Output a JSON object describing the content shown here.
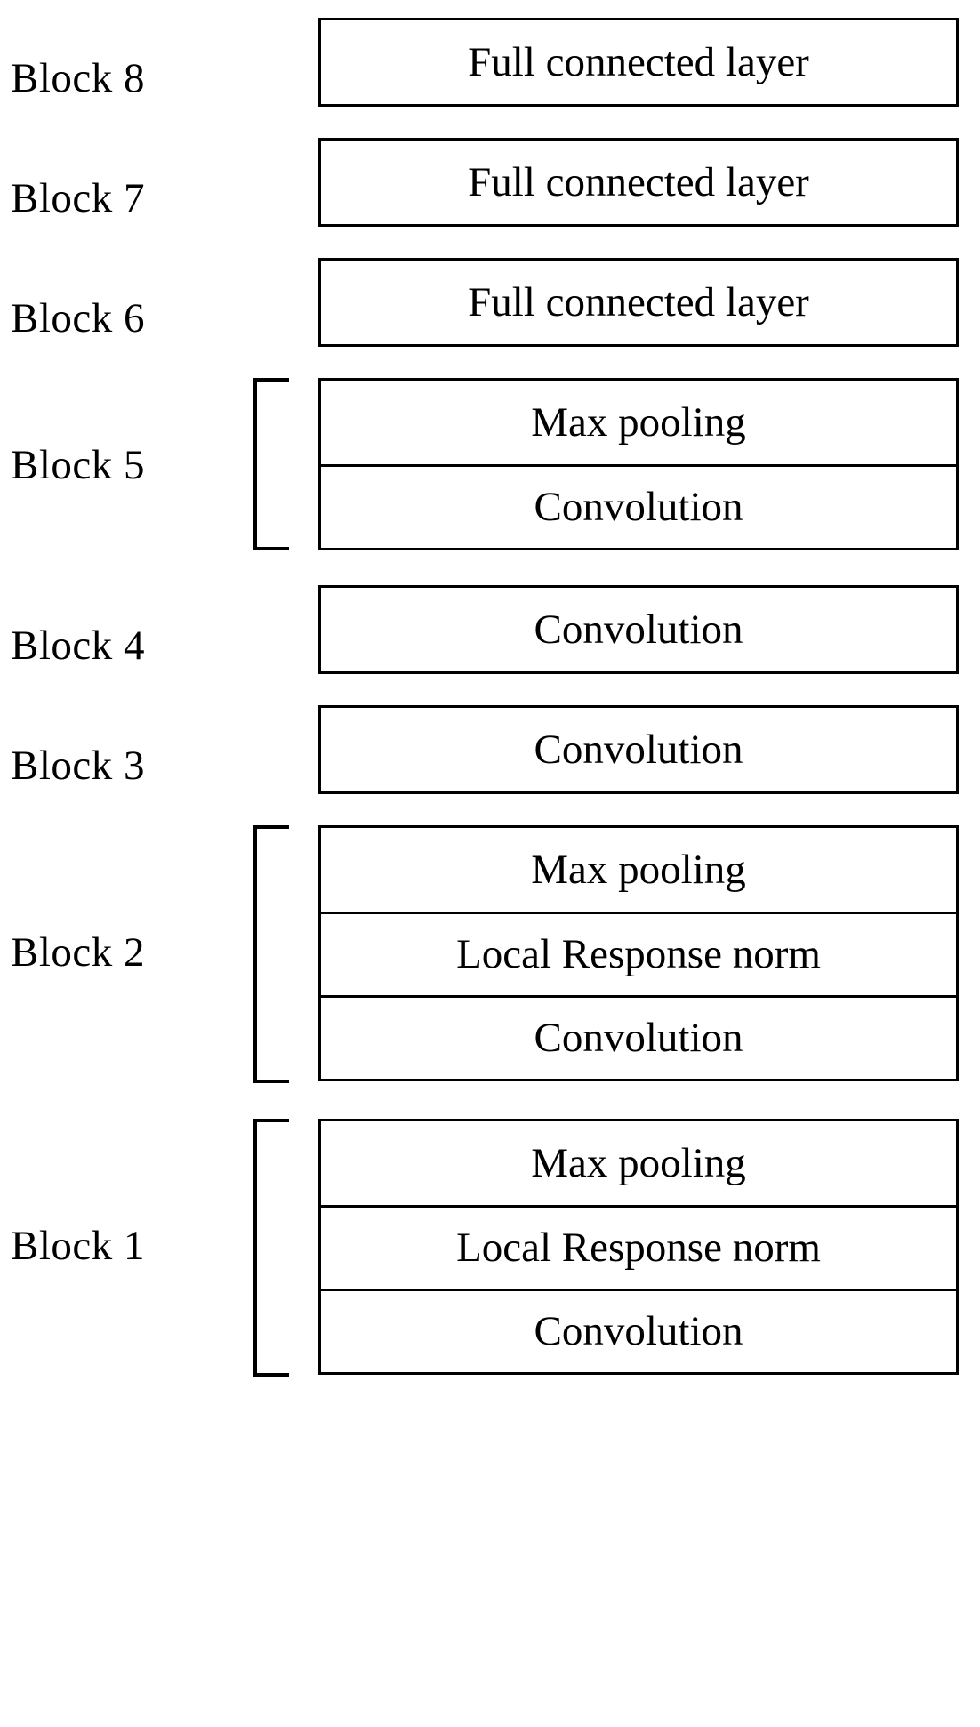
{
  "diagram": {
    "title": "CNN block architecture diagram",
    "background_color": "#ffffff",
    "line_color": "#000000",
    "text_color": "#000000",
    "labels": {
      "block8": "Block 8",
      "block7": "Block 7",
      "block6": "Block 6",
      "block5": "Block 5",
      "block4": "Block 4",
      "block3": "Block 3",
      "block2": "Block 2",
      "block1": "Block 1"
    },
    "blocks": [
      {
        "id": "block-8",
        "label": "Block 8",
        "bracket": false,
        "layers": [
          "Full connected layer"
        ]
      },
      {
        "id": "block-7",
        "label": "Block 7",
        "bracket": false,
        "layers": [
          "Full connected layer"
        ]
      },
      {
        "id": "block-6",
        "label": "Block 6",
        "bracket": false,
        "layers": [
          "Full connected layer"
        ]
      },
      {
        "id": "block-5",
        "label": "Block 5",
        "bracket": true,
        "layers": [
          "Max pooling",
          "Convolution"
        ]
      },
      {
        "id": "block-4",
        "label": "Block 4",
        "bracket": false,
        "layers": [
          "Convolution"
        ]
      },
      {
        "id": "block-3",
        "label": "Block 3",
        "bracket": false,
        "layers": [
          "Convolution"
        ]
      },
      {
        "id": "block-2",
        "label": "Block 2",
        "bracket": true,
        "layers": [
          "Max pooling",
          "Local Response norm",
          "Convolution"
        ]
      },
      {
        "id": "block-1",
        "label": "Block 1",
        "bracket": true,
        "layers": [
          "Max pooling",
          "Local Response norm",
          "Convolution"
        ]
      }
    ],
    "layer_names": {
      "full_connected": "Full connected layer",
      "max_pooling": "Max pooling",
      "local_response_norm": "Local Response norm",
      "convolution": "Convolution"
    }
  },
  "rows": {
    "r8": {
      "label": "Block 8",
      "l0": "Full connected layer"
    },
    "r7": {
      "label": "Block 7",
      "l0": "Full connected layer"
    },
    "r6": {
      "label": "Block 6",
      "l0": "Full connected layer"
    },
    "r5": {
      "label": "Block 5",
      "l0": "Max pooling",
      "l1": "Convolution"
    },
    "r4": {
      "label": "Block 4",
      "l0": "Convolution"
    },
    "r3": {
      "label": "Block 3",
      "l0": "Convolution"
    },
    "r2": {
      "label": "Block 2",
      "l0": "Max pooling",
      "l1": "Local Response norm",
      "l2": "Convolution"
    },
    "r1": {
      "label": "Block 1",
      "l0": "Max pooling",
      "l1": "Local Response norm",
      "l2": "Convolution"
    }
  }
}
